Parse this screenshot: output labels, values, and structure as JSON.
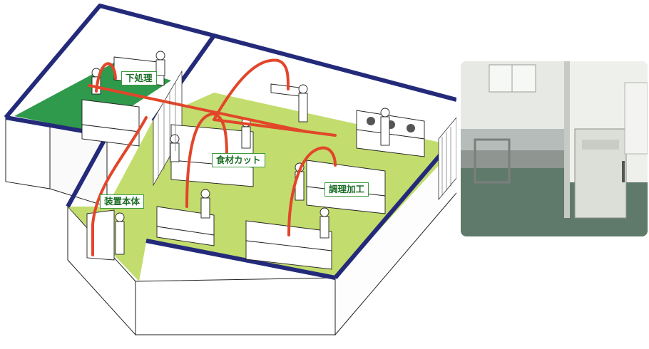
{
  "labels": {
    "prep": "下処理",
    "cut": "食材カット",
    "unit": "装置本体",
    "cook": "調理加工"
  },
  "colors": {
    "wall": "#242a7a",
    "floor": "#c3dc6e",
    "prep_floor": "#2f9a4b",
    "pipe": "#e2462a",
    "label_border": "#3f9a3f",
    "label_text": "#1d6e26"
  },
  "icons": [
    "worker-icon",
    "sink-icon",
    "machine-icon",
    "pipe-icon"
  ]
}
